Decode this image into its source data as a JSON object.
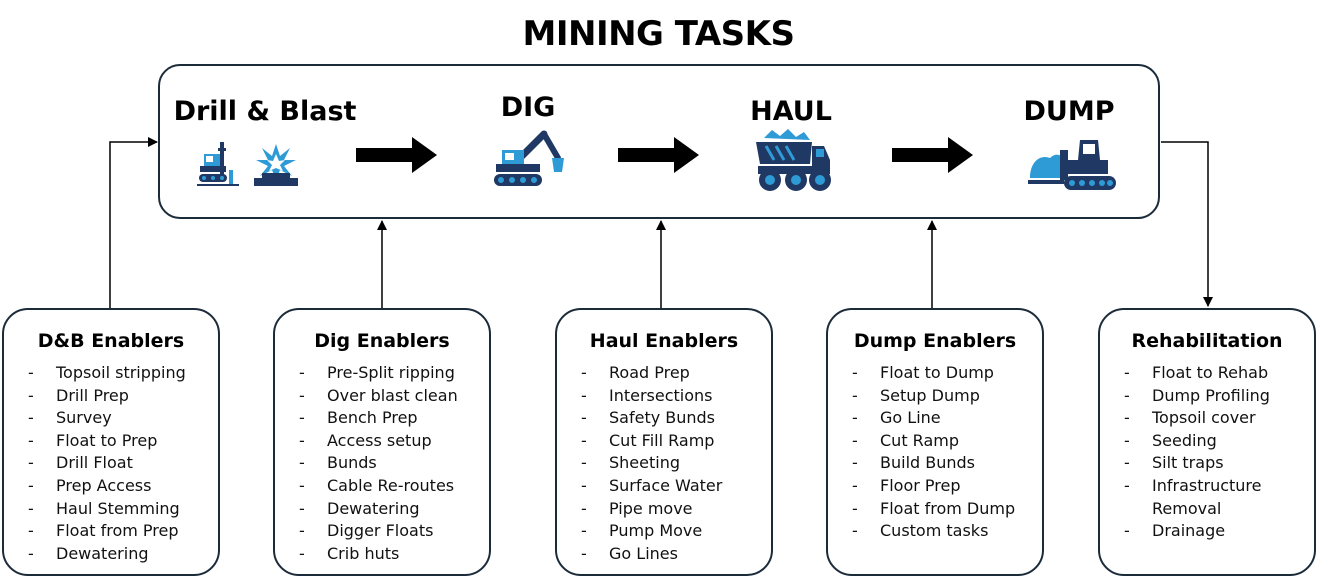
{
  "title": "MINING TASKS",
  "colors": {
    "outline": "#1c2b3a",
    "icon_dark": "#1f3864",
    "icon_light": "#2e9bd6",
    "arrow": "#000000"
  },
  "stages": [
    {
      "label": "Drill & Blast",
      "icons": [
        "drill-rig-icon",
        "blast-icon"
      ]
    },
    {
      "label": "DIG",
      "icons": [
        "excavator-icon"
      ]
    },
    {
      "label": "HAUL",
      "icons": [
        "haul-truck-icon"
      ]
    },
    {
      "label": "DUMP",
      "icons": [
        "dozer-icon"
      ]
    }
  ],
  "enablers": [
    {
      "title": "D&B Enablers",
      "items": [
        "Topsoil stripping",
        "Drill Prep",
        "Survey",
        "Float to Prep",
        "Drill Float",
        "Prep Access",
        "Haul Stemming",
        "Float from Prep",
        "Dewatering"
      ]
    },
    {
      "title": "Dig Enablers",
      "items": [
        "Pre-Split ripping",
        "Over blast clean",
        "Bench Prep",
        "Access setup",
        "Bunds",
        "Cable Re-routes",
        "Dewatering",
        "Digger Floats",
        "Crib huts"
      ]
    },
    {
      "title": "Haul Enablers",
      "items": [
        "Road Prep",
        "Intersections",
        "Safety Bunds",
        "Cut Fill Ramp",
        "Sheeting",
        "Surface Water",
        "Pipe move",
        "Pump Move",
        "Go Lines"
      ]
    },
    {
      "title": "Dump Enablers",
      "items": [
        "Float to Dump",
        "Setup Dump",
        "Go Line",
        "Cut Ramp",
        "Build Bunds",
        "Floor Prep",
        "Float from Dump",
        "Custom tasks"
      ]
    },
    {
      "title": "Rehabilitation",
      "items": [
        "Float to Rehab",
        "Dump Profiling",
        "Topsoil cover",
        "Seeding",
        "Silt traps",
        "Infrastructure\nRemoval",
        "Drainage"
      ]
    }
  ]
}
